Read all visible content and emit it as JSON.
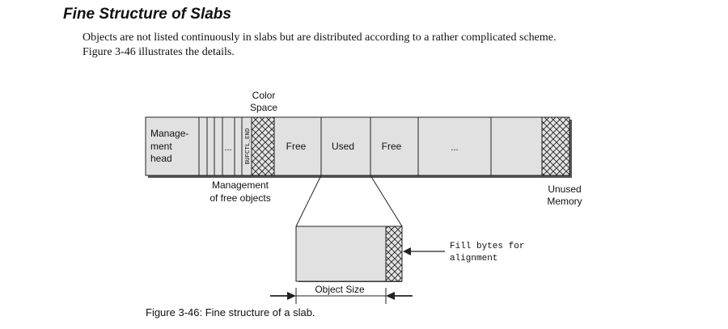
{
  "section": {
    "title": "Fine Structure of Slabs",
    "paragraph_lines": [
      "Objects are not listed continuously in slabs but are distributed according to a rather complicated scheme.",
      "Figure 3-46 illustrates the details."
    ]
  },
  "figure": {
    "labels": {
      "color_space_line1": "Color",
      "color_space_line2": "Space",
      "mgmt_head_line1": "Manage-",
      "mgmt_head_line2": "ment",
      "mgmt_head_line3": "head",
      "ellipsis_small": "...",
      "bufctl_end": "BUFCTL_END",
      "free_1": "Free",
      "used": "Used",
      "free_2": "Free",
      "ellipsis_big": "...",
      "mgmt_free_line1": "Management",
      "mgmt_free_line2": "of free objects",
      "unused_line1": "Unused",
      "unused_line2": "Memory",
      "fill_line1": "Fill bytes for",
      "fill_line2": "alignment",
      "object_size": "Object Size"
    },
    "caption": "Figure 3-46: Fine structure of a slab."
  }
}
